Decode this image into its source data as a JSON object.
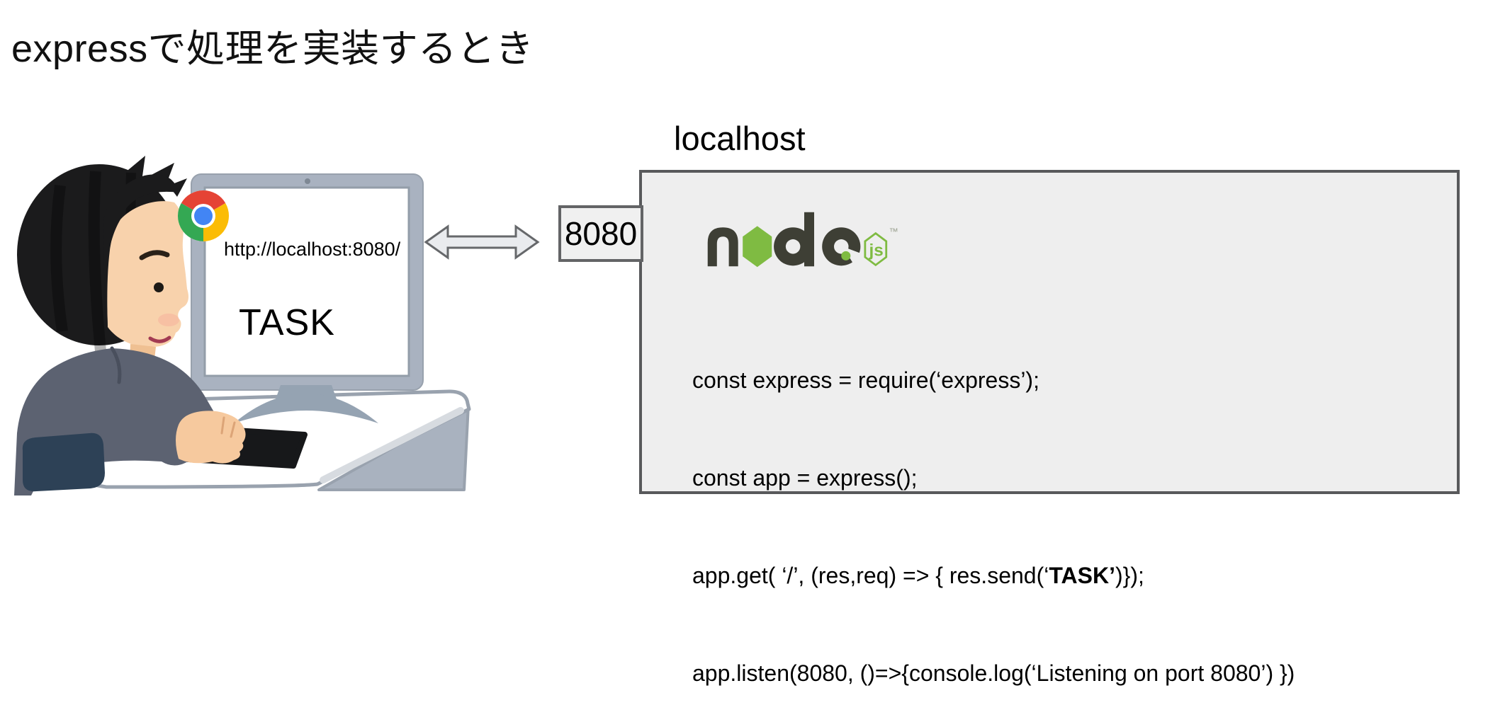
{
  "title": "expressで処理を実装するとき",
  "client": {
    "browser_url": "http://localhost:8080/",
    "screen_text": "TASK"
  },
  "connection": {
    "port_label": "8080"
  },
  "server": {
    "label": "localhost",
    "node_logo": {
      "wordmark": "node",
      "js_badge": "js",
      "trademark": "™"
    },
    "code": {
      "line1": "const express = require(‘express’);",
      "line2": "const app = express();",
      "line3_pre": "app.get( ‘/’, (res,req) => { res.send(‘",
      "line3_bold": "TASK’",
      "line3_post": ")});",
      "line4": "app.listen(8080, ()=>{console.log(‘Listening on port 8080’) })"
    }
  },
  "colors": {
    "box_fill": "#eeeeee",
    "box_border": "#58595b",
    "node_green": "#7fbb42",
    "node_dark": "#3e3f35",
    "chrome_red": "#e54335",
    "chrome_yellow": "#fbbc05",
    "chrome_green": "#34a853",
    "chrome_blue": "#4285f4",
    "monitor_frame": "#a9b2c0",
    "desk_gray": "#a9b2bf"
  }
}
